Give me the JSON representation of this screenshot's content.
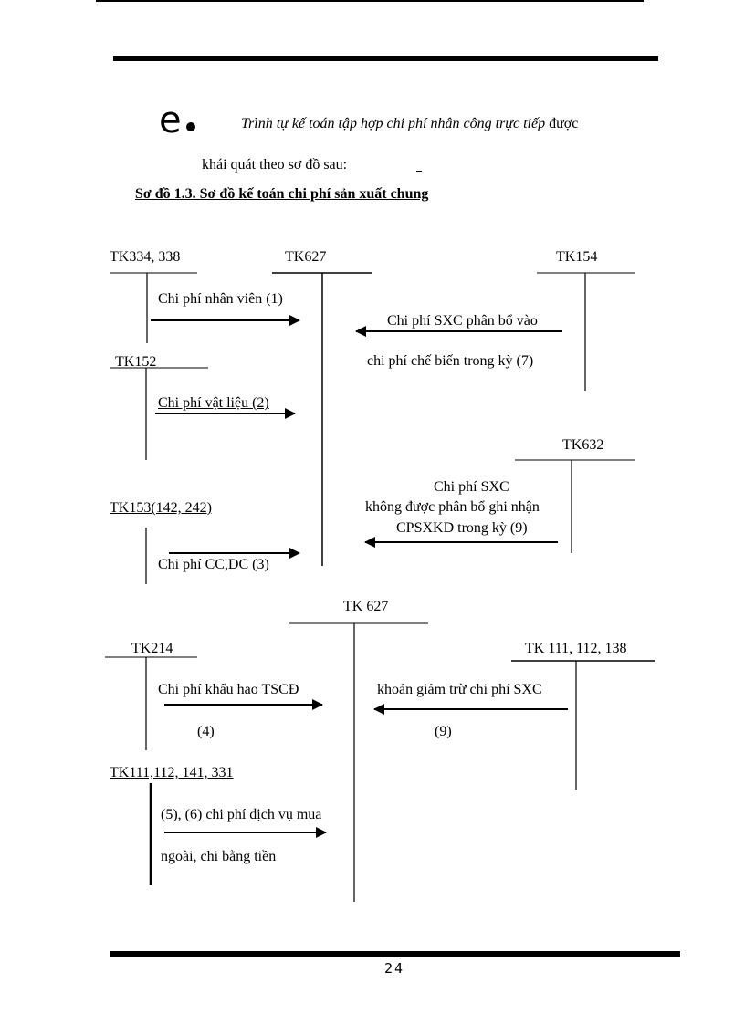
{
  "header": {
    "bullet": "e",
    "intro_italic": "Trình tự kế toán tập hợp chi phí nhân công trực tiếp",
    "intro_tail": "được",
    "intro_line2": "khái quát theo sơ đồ sau:",
    "diagram_title": "Sơ đồ 1.3. Sơ đồ kế toán chi phí sản xuất chung"
  },
  "accounts": {
    "tk334": "TK334, 338",
    "tk627_top": "TK627",
    "tk154": "TK154",
    "tk152": "TK152",
    "tk632": "TK632",
    "tk153": "TK153(142, 242)",
    "tk627_bottom": "TK 627",
    "tk214": "TK214",
    "tk111_right": "TK 111, 112, 138",
    "tk111_left": "TK111,112, 141, 331"
  },
  "labels": {
    "l1": "Chi phí nhân viên (1)",
    "l7a": "Chi phí SXC phân bổ vào",
    "l7b": "chi phí chế biến trong kỳ (7)",
    "l2": "Chi phí vật liệu (2)",
    "l9a": "Chi phí SXC",
    "l9b": "không được phân bổ ghi nhận",
    "l9c": "CPSXKD trong kỳ (9)",
    "l3": "Chi phí CC,DC (3)",
    "l4a": "Chi phí khấu hao TSCĐ",
    "l4b": "(4)",
    "l9d": "khoản giảm trừ chi phí SXC",
    "l9e": "(9)",
    "l56a": "(5), (6) chi phí dịch vụ mua",
    "l56b": "ngoài, chi bằng tiền"
  },
  "footer": {
    "page_number": "24"
  }
}
